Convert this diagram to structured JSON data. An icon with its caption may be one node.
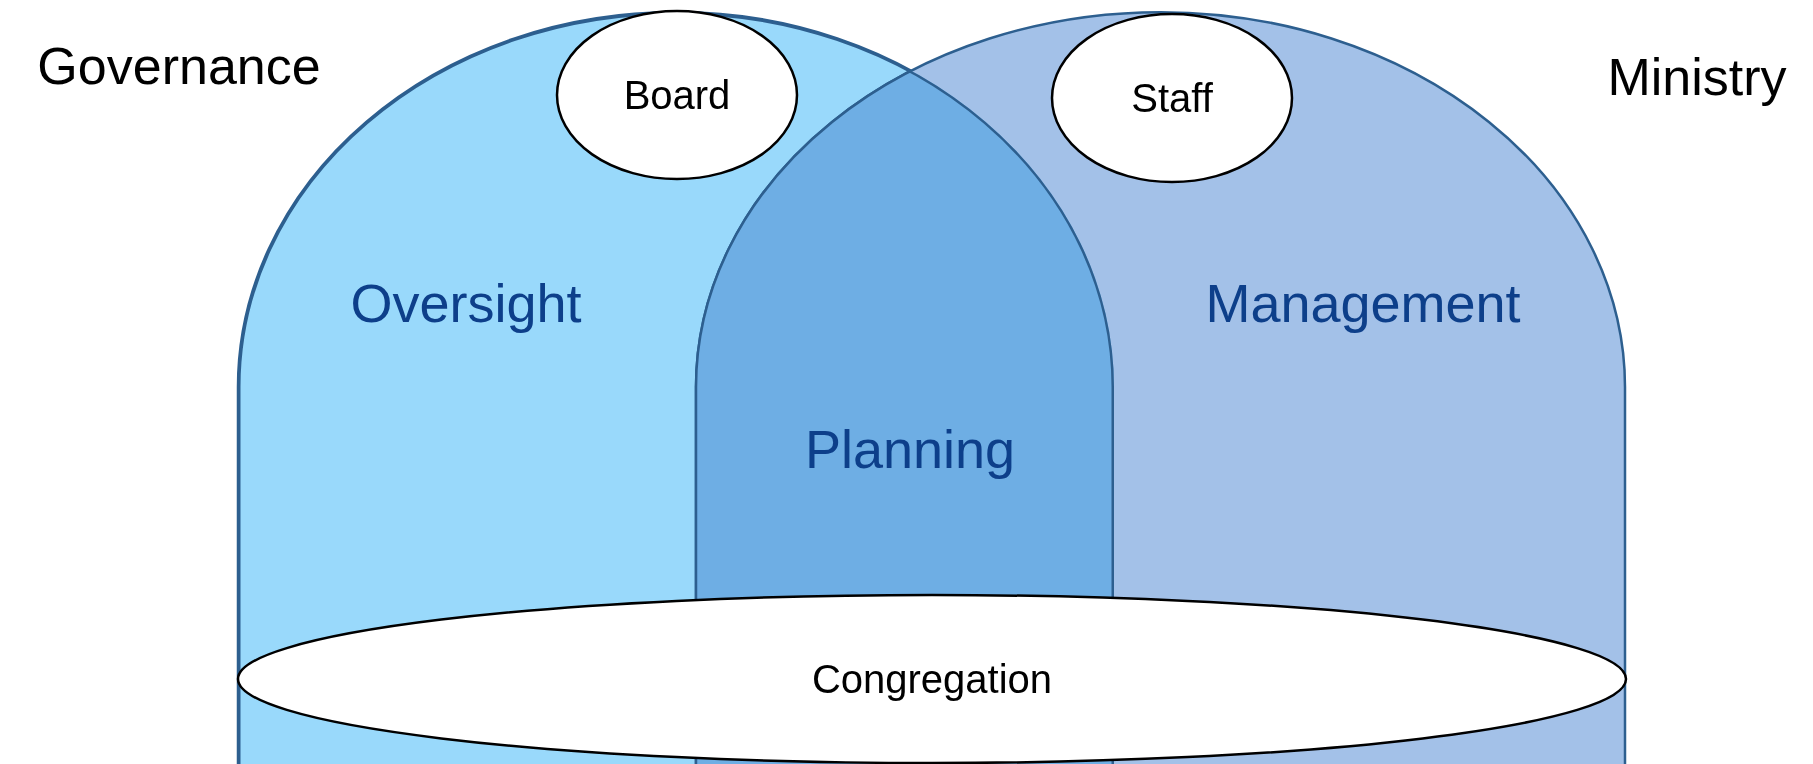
{
  "diagram": {
    "nodes": [
      {
        "text": [
          "Oversight"
        ]
      },
      {
        "text": [
          "Management"
        ]
      },
      {
        "text": [
          "Board"
        ],
        "in": 0
      },
      {
        "text": [
          "Staff"
        ],
        "in": 1
      },
      {
        "text": [
          "Congregation"
        ]
      }
    ],
    "labels": [
      "Governance",
      "Ministry",
      "Planning"
    ]
  }
}
